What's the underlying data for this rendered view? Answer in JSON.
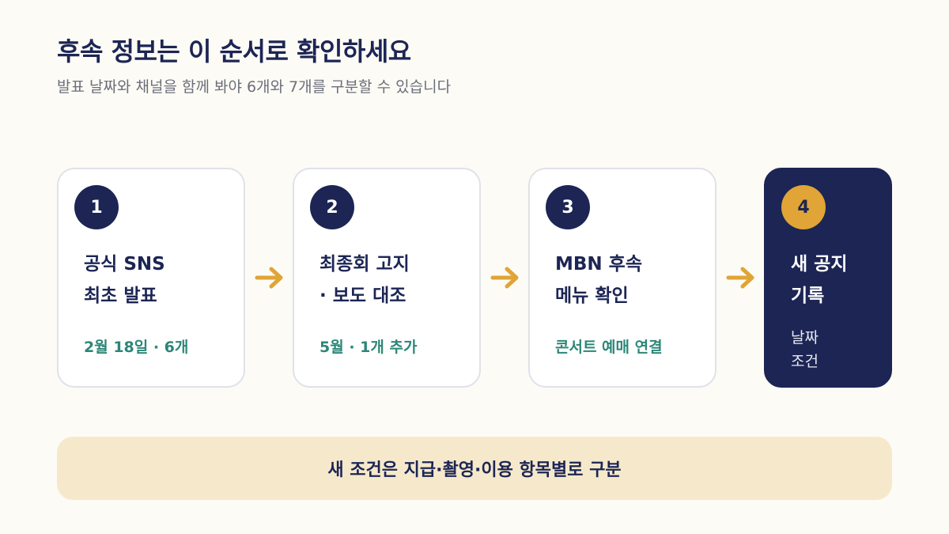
{
  "header": {
    "title": "후속 정보는 이 순서로 확인하세요",
    "subtitle": "발표 날짜와 채널을 함께 봐야 6개와 7개를 구분할 수 있습니다"
  },
  "steps": [
    {
      "number": "1",
      "title_lines": [
        "공식 SNS",
        "최초 발표"
      ],
      "note": "2월 18일 · 6개"
    },
    {
      "number": "2",
      "title_lines": [
        "최종회 고지",
        "· 보도 대조"
      ],
      "note": "5월 · 1개 추가"
    },
    {
      "number": "3",
      "title_lines": [
        "MBN 후속",
        "메뉴 확인"
      ],
      "note": "콘서트 예매 연결"
    },
    {
      "number": "4",
      "title_lines": [
        "새 공지",
        "기록"
      ],
      "note_lines": [
        "날짜",
        "조건"
      ]
    }
  ],
  "connectors": [
    "arrow-right-icon",
    "arrow-right-icon",
    "arrow-right-icon"
  ],
  "footer": {
    "banner": "새 조건은 지급·촬영·이용 항목별로 구분"
  },
  "colors": {
    "background": "#fdfbf5",
    "navy": "#1c2554",
    "gold": "#e0a536",
    "teal": "#2c8778",
    "banner": "#f6e9cb",
    "card_border": "#dfe2ea",
    "subtitle": "#6b6f7b"
  }
}
